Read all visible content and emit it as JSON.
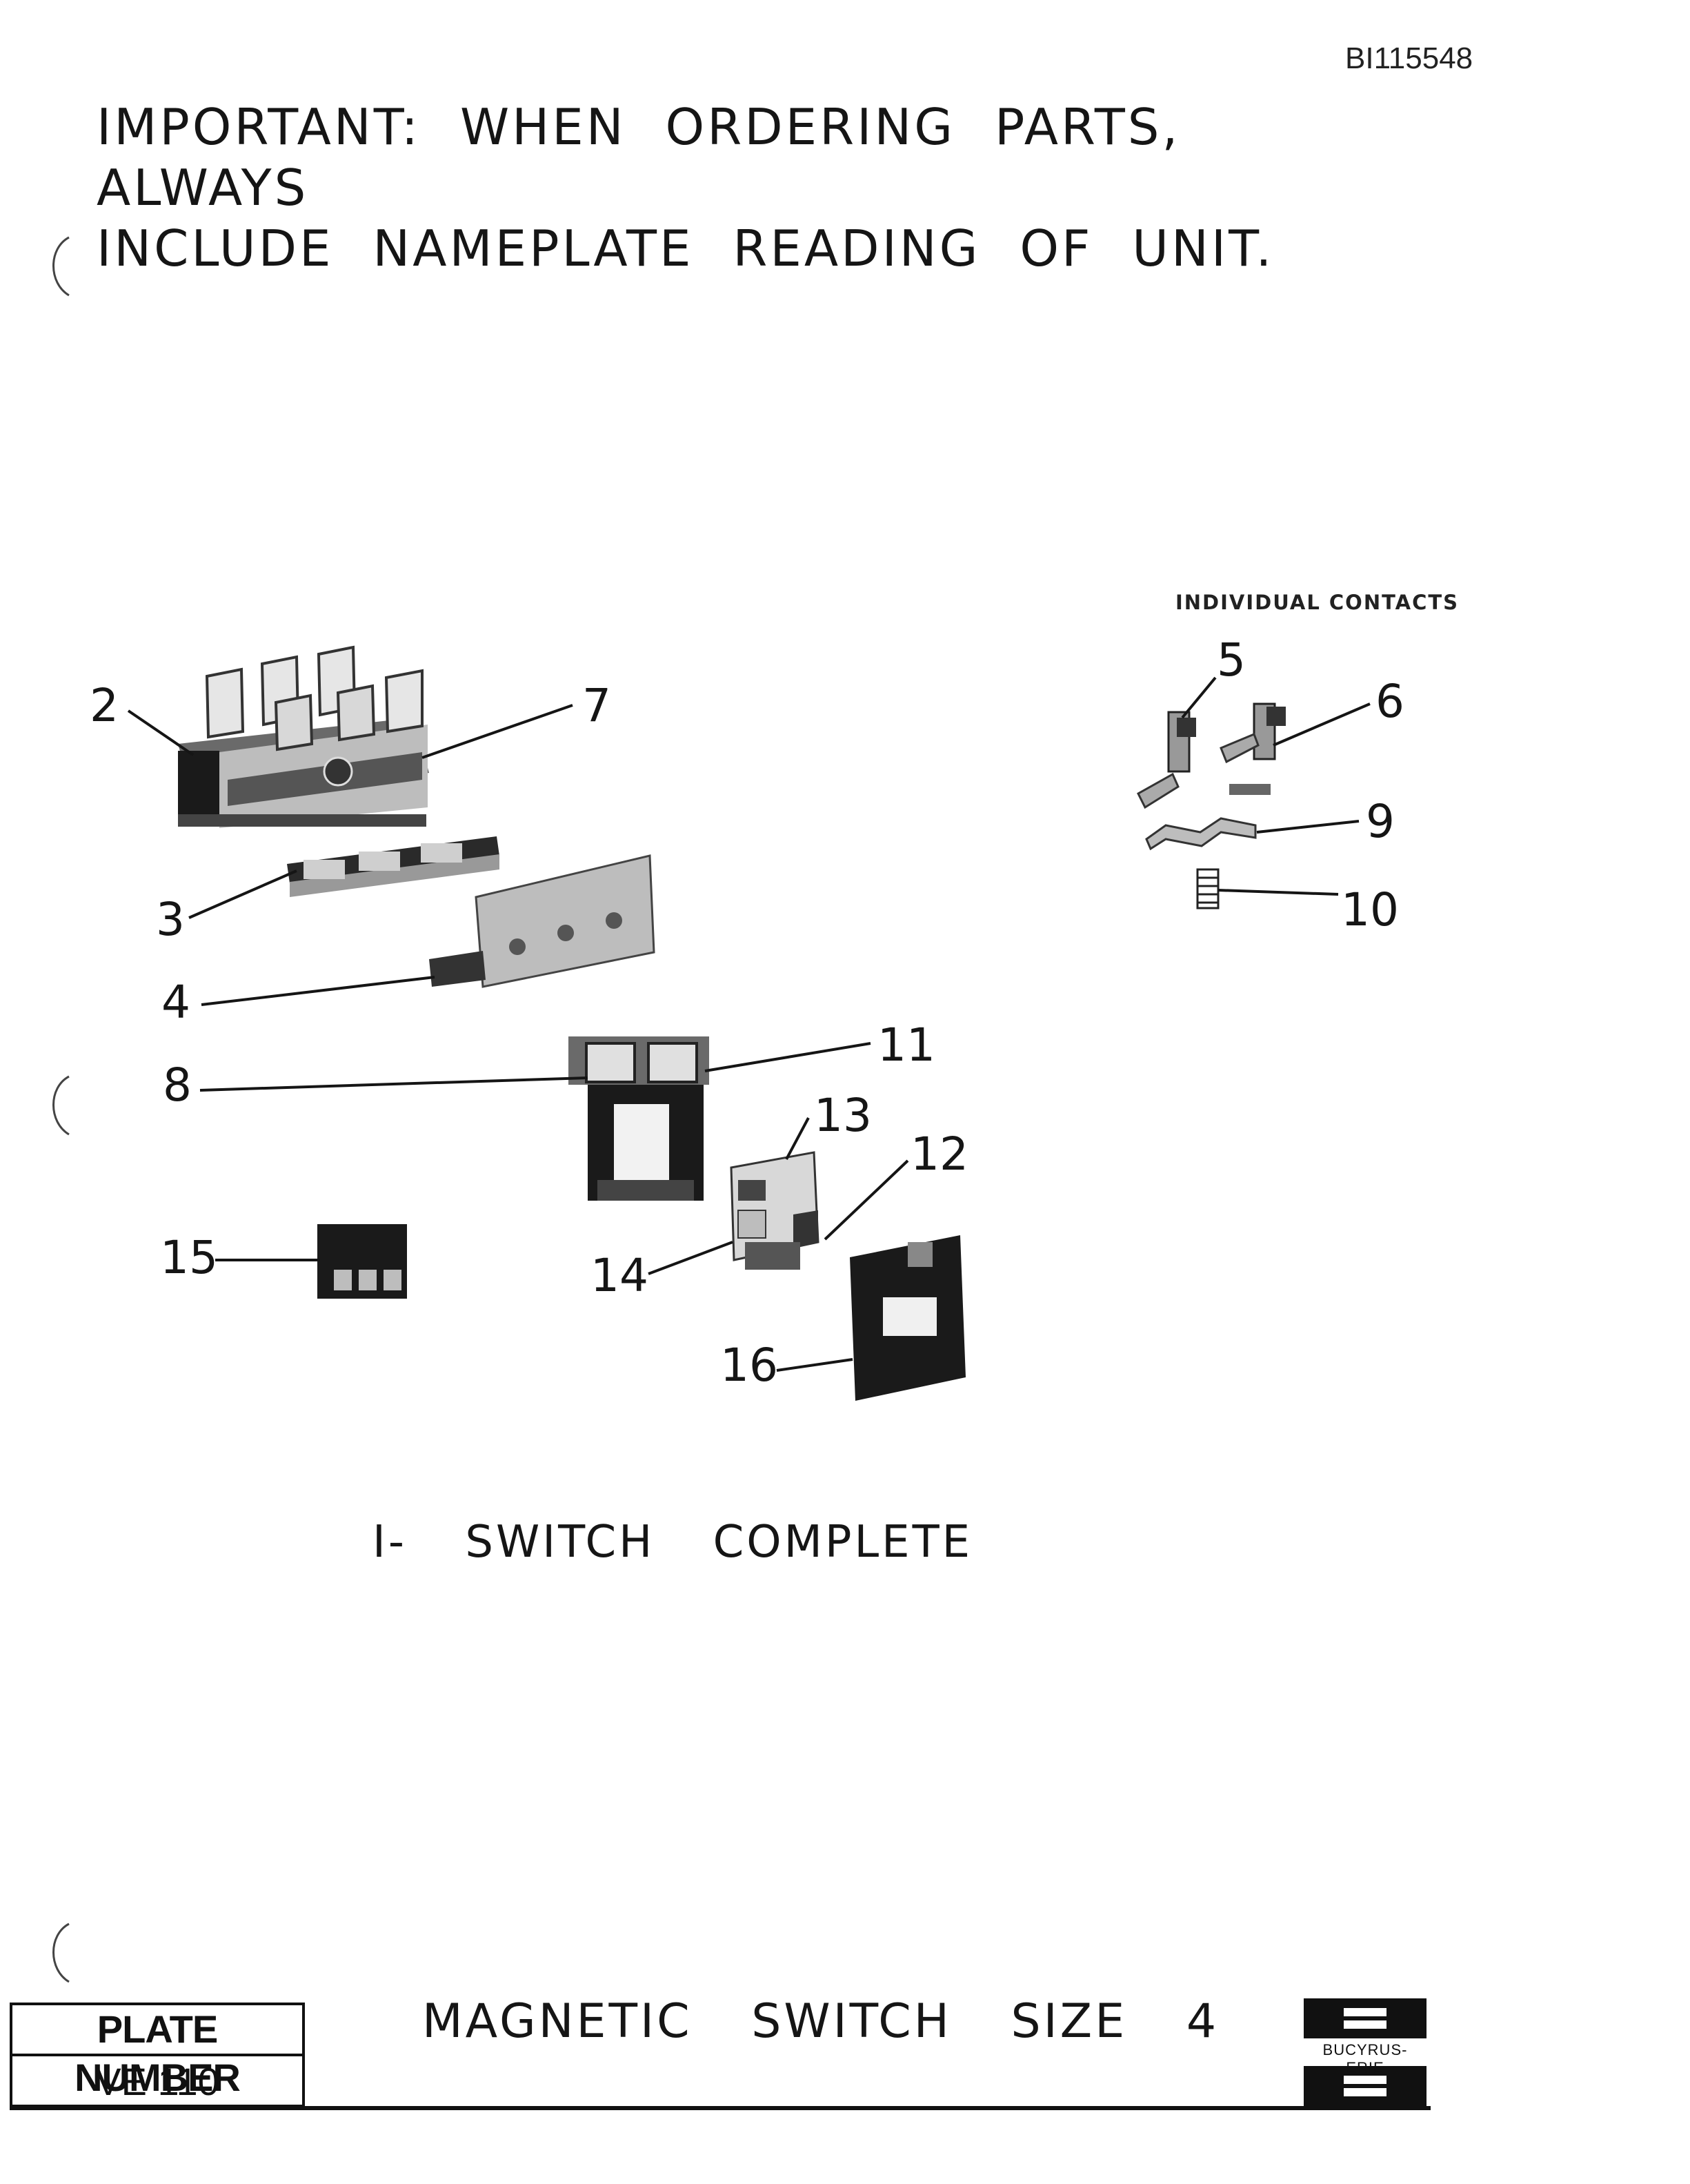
{
  "document_id": "BI115548",
  "notice": {
    "line1": "IMPORTANT: WHEN ORDERING PARTS, ALWAYS",
    "line2": "INCLUDE NAMEPLATE READING OF UNIT."
  },
  "contacts_heading": "INDIVIDUAL CONTACTS",
  "callouts": {
    "c2": "2",
    "c3": "3",
    "c4": "4",
    "c5": "5",
    "c6": "6",
    "c7": "7",
    "c8": "8",
    "c9": "9",
    "c10": "10",
    "c11": "11",
    "c12": "12",
    "c13": "13",
    "c14": "14",
    "c15": "15",
    "c16": "16"
  },
  "caption": "I- SWITCH COMPLETE",
  "title": "MAGNETIC SWITCH SIZE 4",
  "plate": {
    "label": "PLATE NUMBER",
    "value": "VE 110"
  },
  "logo": {
    "brand": "BUCYRUS-ERIE",
    "icon": "bucyrus-erie-logo-icon"
  },
  "colors": {
    "ink": "#151515",
    "paper": "#ffffff"
  }
}
